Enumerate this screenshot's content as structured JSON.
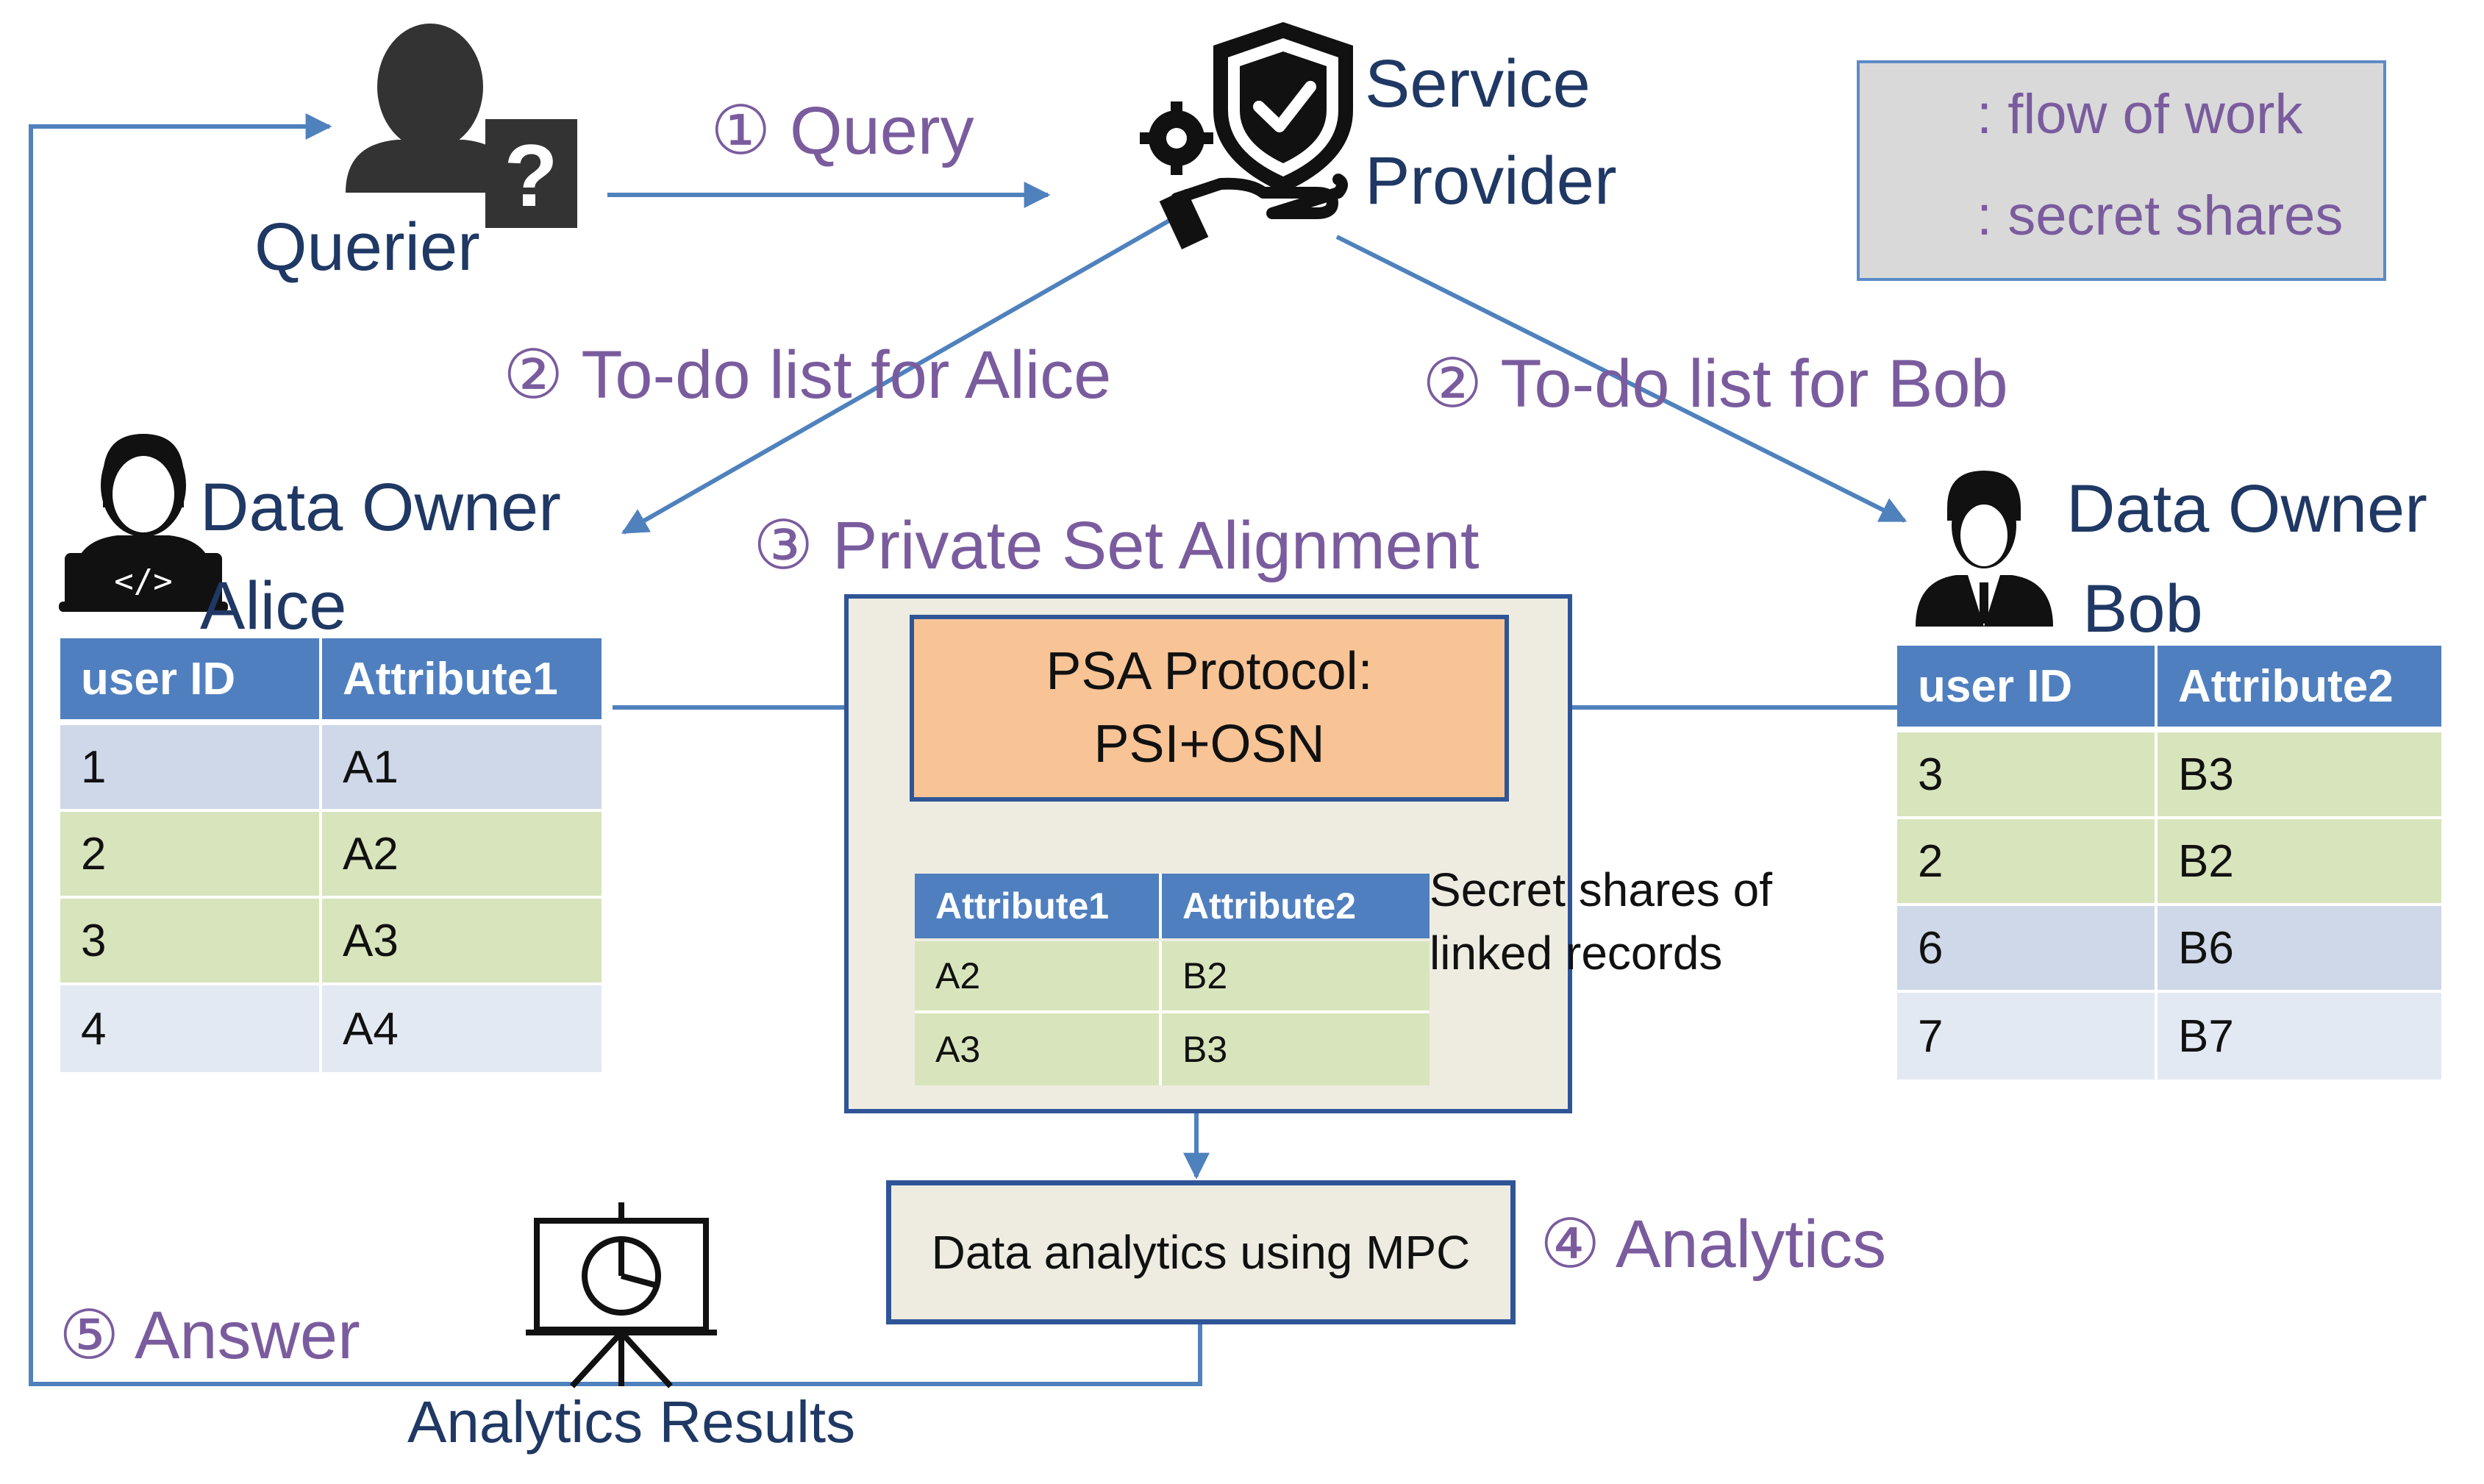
{
  "colors": {
    "arrow": "#4f81bd",
    "title_navy": "#1f3864",
    "step_purple": "#7a5c9e",
    "table_header": "#4f7fbf",
    "row_blue": "#cfd8e8",
    "row_green": "#d8e4bc",
    "psa_fill": "#f8c496",
    "panel_fill": "#eeece1"
  },
  "icons": {
    "querier": "person-question-icon",
    "provider": "shield-gear-hand-icon",
    "alice": "woman-laptop-icon",
    "bob": "man-suit-icon",
    "lock": "lock-icon",
    "results": "presentation-pie-chart-icon"
  },
  "legend": {
    "flow_label": ": flow of work",
    "secret_label": ": secret shares"
  },
  "actors": {
    "querier": "Querier",
    "provider_line1": "Service",
    "provider_line2": "Provider",
    "alice_line1": "Data Owner",
    "alice_line2": "Alice",
    "bob_line1": "Data Owner",
    "bob_line2": "Bob"
  },
  "steps": {
    "query": "① Query",
    "todo_alice": "② To-do list for Alice",
    "todo_bob": "② To-do list for Bob",
    "psa": "③ Private Set Alignment",
    "analytics": "④ Analytics",
    "answer": "⑤ Answer"
  },
  "psa": {
    "protocol_line1": "PSA Protocol:",
    "protocol_line2": "PSI+OSN",
    "secret_note_line1": "Secret shares of",
    "secret_note_line2": "linked records",
    "linked_table": {
      "headers": [
        "Attribute1",
        "Attribute2"
      ],
      "rows": [
        [
          "A2",
          "B2"
        ],
        [
          "A3",
          "B3"
        ]
      ]
    }
  },
  "alice_table": {
    "headers": [
      "user ID",
      "Attribute1"
    ],
    "rows": [
      [
        "1",
        "A1"
      ],
      [
        "2",
        "A2"
      ],
      [
        "3",
        "A3"
      ],
      [
        "4",
        "A4"
      ]
    ]
  },
  "bob_table": {
    "headers": [
      "user ID",
      "Attribute2"
    ],
    "rows": [
      [
        "3",
        "B3"
      ],
      [
        "2",
        "B2"
      ],
      [
        "6",
        "B6"
      ],
      [
        "7",
        "B7"
      ]
    ]
  },
  "mpc": {
    "label": "Data analytics using MPC"
  },
  "results": {
    "label": "Analytics Results"
  }
}
